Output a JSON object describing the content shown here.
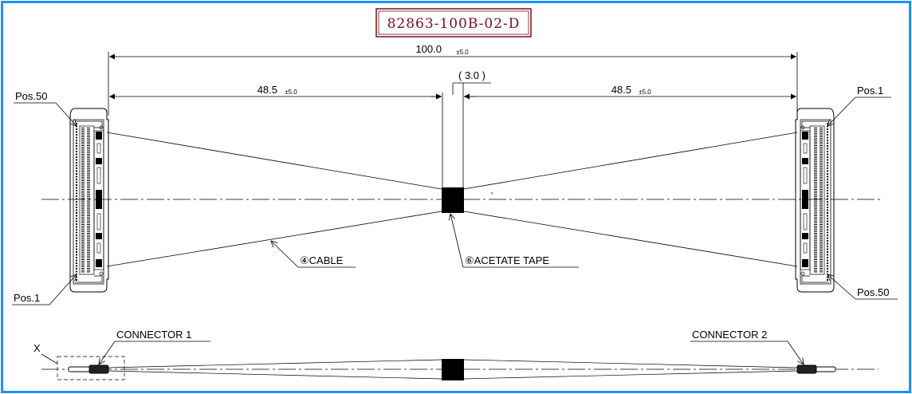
{
  "part_number": "82863-100B-02-D",
  "dimensions": {
    "overall": {
      "value": "100.0",
      "tolerance": "±5.0"
    },
    "left_half": {
      "value": "48.5",
      "tolerance": "±5.0"
    },
    "right_half": {
      "value": "48.5",
      "tolerance": "±5.0"
    },
    "tape_width": {
      "value": "( 3.0 )"
    }
  },
  "labels": {
    "pos50_left": "Pos.50",
    "pos1_left": "Pos.1",
    "pos1_right": "Pos.1",
    "pos50_right": "Pos.50",
    "cable": "④CABLE",
    "acetate_tape": "⑥ACETATE TAPE",
    "connector1": "CONNECTOR 1",
    "connector2": "CONNECTOR 2",
    "detail_x": "X"
  },
  "colors": {
    "frame": "#1e90ff",
    "part_number_text": "#7a0f1a",
    "part_number_border": "#7a0f1a",
    "line": "#000000"
  }
}
